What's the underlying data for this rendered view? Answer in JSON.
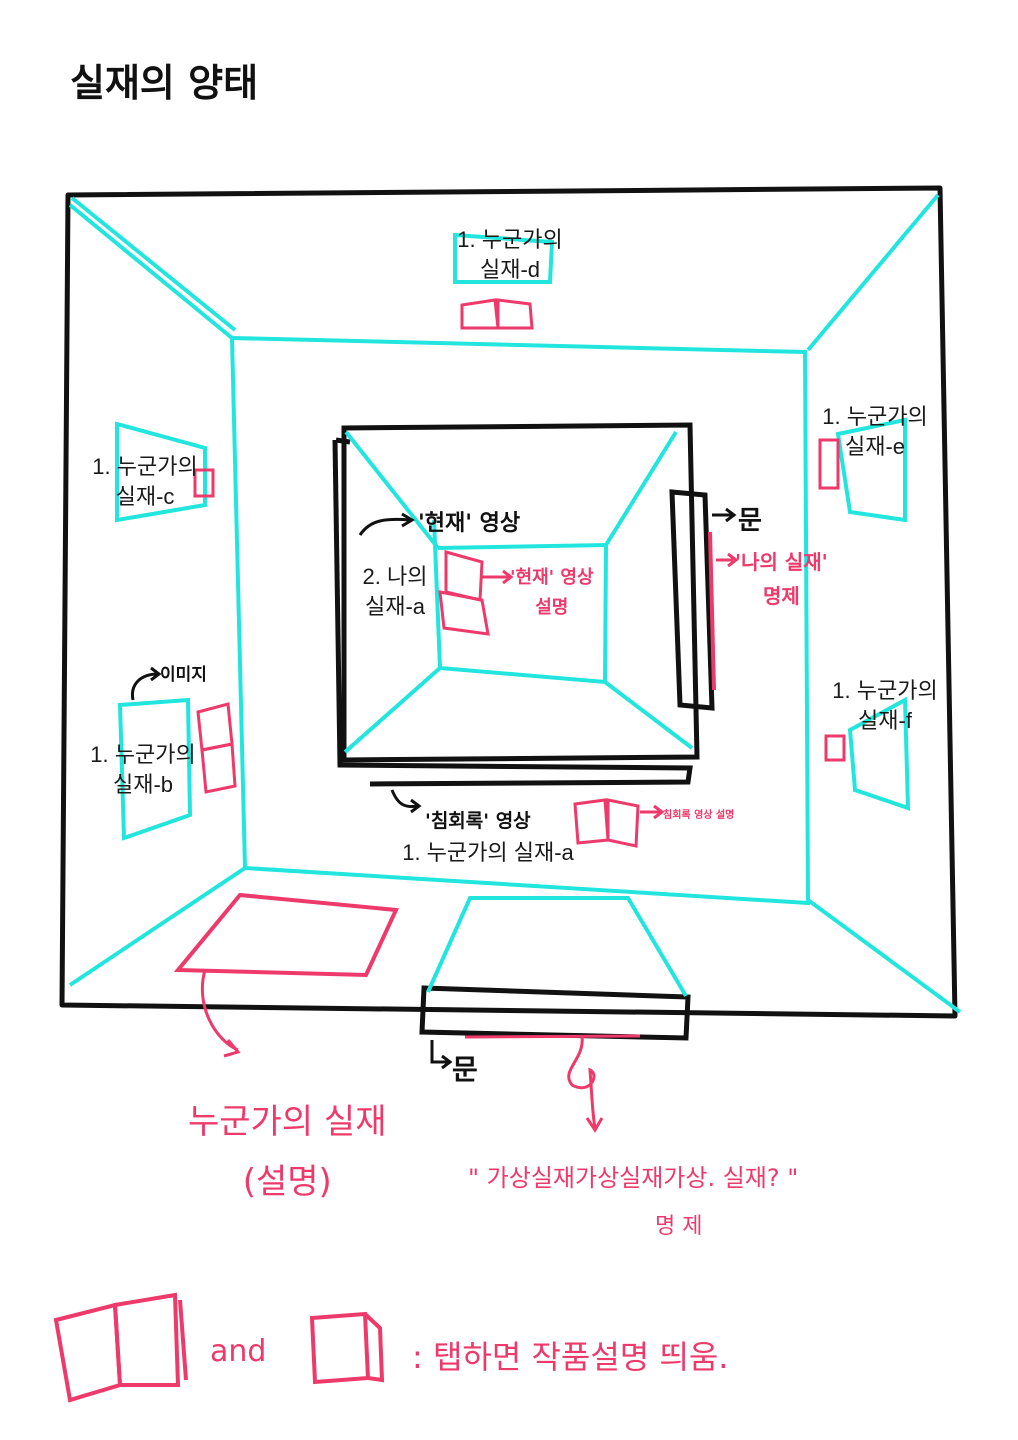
{
  "title": "실재의 양태",
  "labels": {
    "d": [
      "1. 누군가의",
      "실재-d"
    ],
    "e": [
      "1. 누군가의",
      "실재-e"
    ],
    "c": [
      "1. 누군가의",
      "실재-c"
    ],
    "b": [
      "1. 누군가의",
      "실재-b"
    ],
    "f": [
      "1. 누군가의",
      "실재-f"
    ],
    "my_a": [
      "2. 나의",
      "실재-a"
    ],
    "someone_a": "1. 누군가의 실재-a"
  },
  "annotations": {
    "present_video": "'현재' 영상",
    "door_right": "문",
    "present_video_desc": [
      "'현재' 영상",
      "설명"
    ],
    "my_reality_desc": [
      "'나의 실재'",
      "명제"
    ],
    "image": "이미지",
    "chimhoerok_video": "'침회록' 영상",
    "chimhoerok_desc": "침회록 영상 설명",
    "door_bottom": "문",
    "someone_reality_desc": [
      "누군가의 실재",
      "(설명)"
    ],
    "virtual_quote": "\" 가상실재가상실재가상. 실재? \"",
    "proposition": "명 제",
    "legend_and": "and",
    "legend_text": ": 탭하면 작품설명 띄움."
  },
  "colors": {
    "outline": "#111111",
    "cyan": "#22e6de",
    "pink": "#ee3a6a"
  },
  "icons": [
    "open-book-icon",
    "closed-book-icon"
  ]
}
